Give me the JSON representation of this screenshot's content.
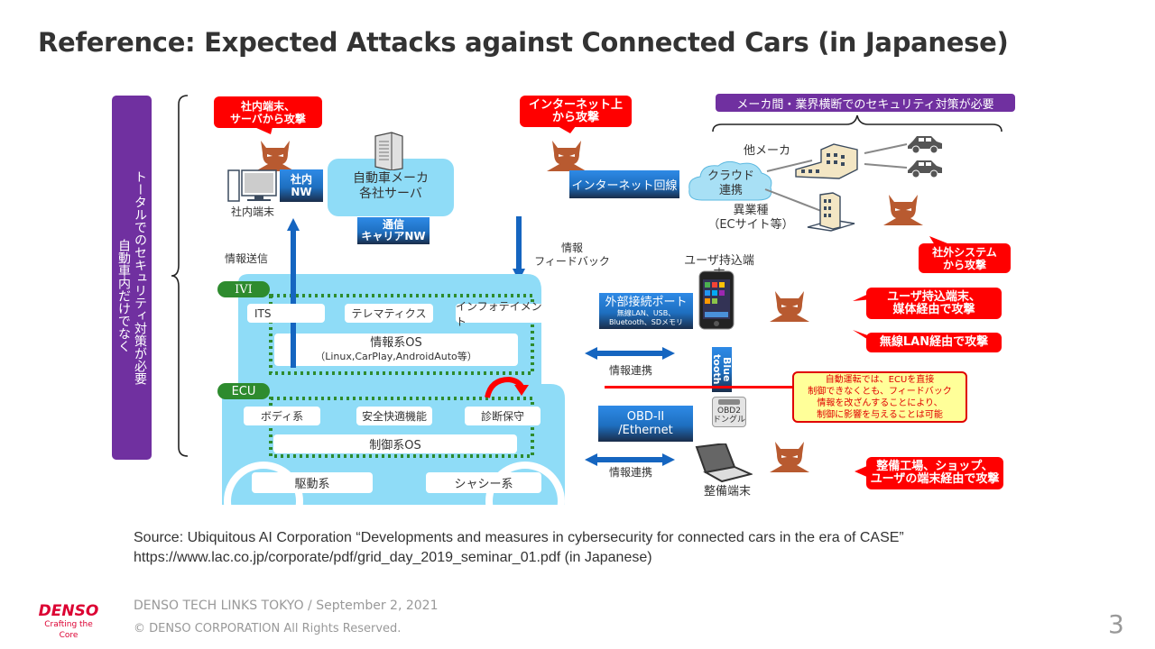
{
  "slide": {
    "title": "Reference: Expected Attacks against Connected Cars (in Japanese)",
    "page_number": "3"
  },
  "left_bar": {
    "line1": "トータルでのセキュリティ対策が必要",
    "line2": "自動車内だけでなく"
  },
  "top_banner": "メーカ間・業界横断でのセキュリティ対策が必要",
  "attack_bubbles": {
    "internal": "社内端末、\nサーバから攻撃",
    "internet": "インターネット上\nから攻撃",
    "external_system": "社外システム\nから攻撃",
    "user_device": "ユーザ持込端末、\n媒体経由で攻撃",
    "wireless_lan": "無線LAN経由で攻撃",
    "maintenance": "整備工場、ショップ、\nユーザの端末経由で攻撃"
  },
  "labels": {
    "internal_terminal": "社内端末",
    "internal_nw": "社内\nNW",
    "oem_server": "自動車メーカ\n各社サーバ",
    "carrier_nw": "通信\nキャリアNW",
    "internet_line": "インターネット回線",
    "cloud": "クラウド\n連携",
    "other_maker": "他メーカ",
    "other_industry": "異業種\n（ECサイト等）",
    "info_send": "情報送信",
    "info_feedback": "情報\nフィードバック",
    "user_device": "ユーザ持込端末",
    "external_port_title": "外部接続ポート",
    "external_port_sub": "無線LAN、USB、\nBluetooth、SDメモリ",
    "info_link_1": "情報連携",
    "info_link_2": "情報連携",
    "bluetooth": "Blue\ntooth",
    "obd_dongle": "OBD2\nドングル",
    "obd_ethernet": "OBD-II\n/Ethernet",
    "maintenance_terminal": "整備端末"
  },
  "car": {
    "ivi_tag": "IVI",
    "ecu_tag": "ECU",
    "ivi_items": [
      "ITS",
      "テレマティクス",
      "インフォテイメント"
    ],
    "ivi_os_title": "情報系OS",
    "ivi_os_sub": "（Linux,CarPlay,AndroidAuto等）",
    "ecu_items": [
      "ボディ系",
      "安全快適機能",
      "診断保守"
    ],
    "ecu_os": "制御系OS",
    "drive": "駆動系",
    "chassis": "シャシー系"
  },
  "note_box": "自動運転では、ECUを直接\n制御できなくとも、フィードバック\n情報を改ざんすることにより、\n制御に影響を与えることは可能",
  "source": {
    "line1": "Source: Ubiquitous AI Corporation “Developments and measures in cybersecurity for connected cars in the era of CASE”",
    "line2": "https://www.lac.co.jp/corporate/pdf/grid_day_2019_seminar_01.pdf (in Japanese)"
  },
  "footer": {
    "brand": "DENSO",
    "tagline": "Crafting the Core",
    "event": "DENSO TECH LINKS TOKYO / September 2, 2021",
    "copyright": "© DENSO CORPORATION All Rights Reserved."
  },
  "colors": {
    "purple": "#7030a0",
    "attack_red": "#ff0000",
    "car_blue": "#8fdcf7",
    "devil": "#b85a30",
    "green": "#2e8b2e",
    "brand_red": "#dc0032"
  }
}
